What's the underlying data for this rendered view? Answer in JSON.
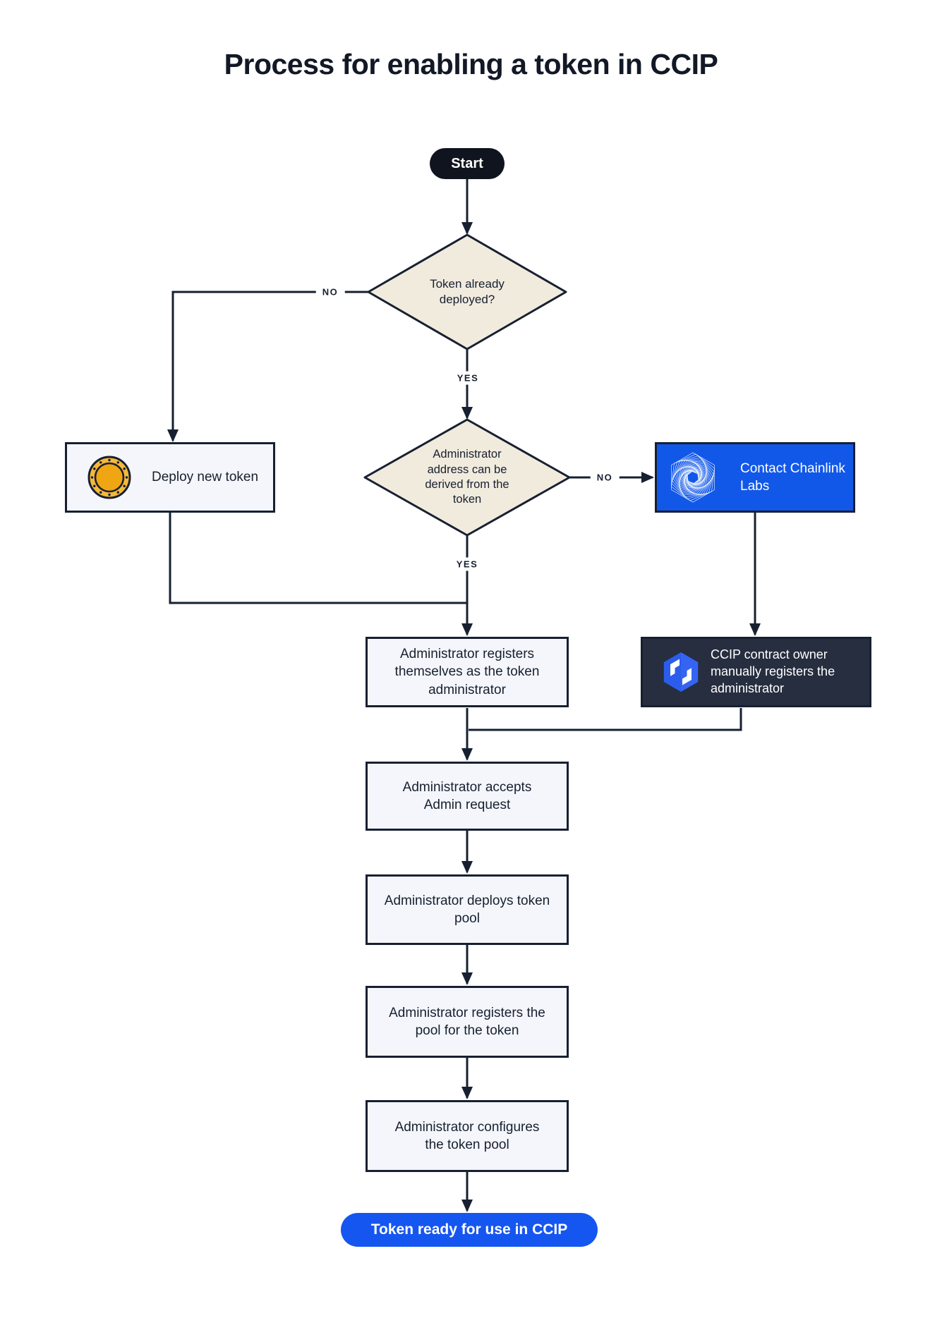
{
  "title": "Process for enabling a token in CCIP",
  "edge_labels": {
    "no_token_deployed": "NO",
    "yes_token_deployed": "YES",
    "no_admin_address": "NO",
    "yes_admin_address": "YES"
  },
  "nodes": {
    "start": {
      "label": "Start",
      "type": "terminal"
    },
    "token_already_deployed": {
      "label": "Token already deployed?",
      "type": "decision"
    },
    "deploy_new_token": {
      "label": "Deploy new token",
      "type": "process",
      "icon": "coin-icon"
    },
    "admin_address_derivable": {
      "label": "Administrator address can be derived from the token",
      "type": "decision"
    },
    "contact_chainlink_labs": {
      "label": "Contact Chainlink Labs",
      "type": "process",
      "icon": "chainlink-labs-icon"
    },
    "admin_registers_self": {
      "label": "Administrator registers themselves as the token administrator",
      "type": "process"
    },
    "ccip_owner_registers_admin": {
      "label": "CCIP contract owner manually registers the administrator",
      "type": "process",
      "icon": "ccip-icon"
    },
    "admin_accepts_request": {
      "label": "Administrator accepts Admin request",
      "type": "process"
    },
    "admin_deploys_pool": {
      "label": "Administrator deploys token pool",
      "type": "process"
    },
    "admin_registers_pool": {
      "label": "Administrator registers the pool for the token",
      "type": "process"
    },
    "admin_configures_pool": {
      "label": "Administrator configures the token pool",
      "type": "process"
    },
    "token_ready": {
      "label": "Token ready for use in CCIP",
      "type": "terminal"
    }
  },
  "colors": {
    "ink": "#172030",
    "diamond_fill": "#F1EBDE",
    "box_fill": "#F4F6FB",
    "start_fill": "#10141F",
    "chainlink_blue": "#1158E9",
    "ready_blue": "#1656F0",
    "dark_box": "#262E3F",
    "coin_gold": "#F2A91C",
    "ccip_logo_blue": "#2B5CEB"
  }
}
